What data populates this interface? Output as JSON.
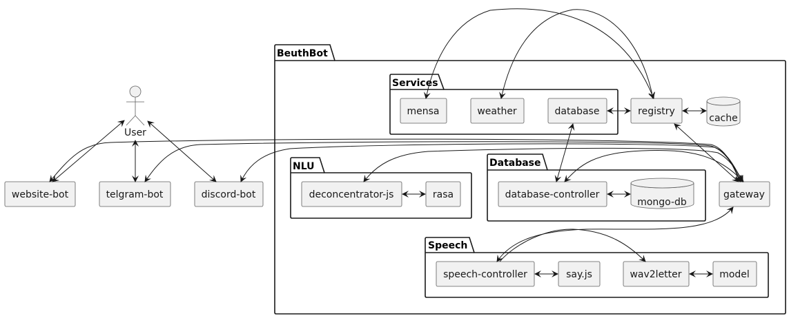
{
  "actor": {
    "label": "User"
  },
  "bots": [
    {
      "id": "website-bot",
      "label": "website-bot"
    },
    {
      "id": "telgram-bot",
      "label": "telgram-bot"
    },
    {
      "id": "discord-bot",
      "label": "discord-bot"
    }
  ],
  "packages": {
    "beuthbot": {
      "label": "BeuthBot"
    },
    "services": {
      "label": "Services",
      "items": [
        "mensa",
        "weather",
        "database"
      ]
    },
    "nlu": {
      "label": "NLU",
      "items": [
        "deconcentrator-js",
        "rasa"
      ]
    },
    "database": {
      "label": "Database",
      "items": [
        "database-controller",
        "mongo-db"
      ]
    },
    "speech": {
      "label": "Speech",
      "items": [
        "speech-controller",
        "say.js",
        "wav2letter",
        "model"
      ]
    }
  },
  "standalone": {
    "registry": "registry",
    "cache": "cache",
    "gateway": "gateway"
  }
}
